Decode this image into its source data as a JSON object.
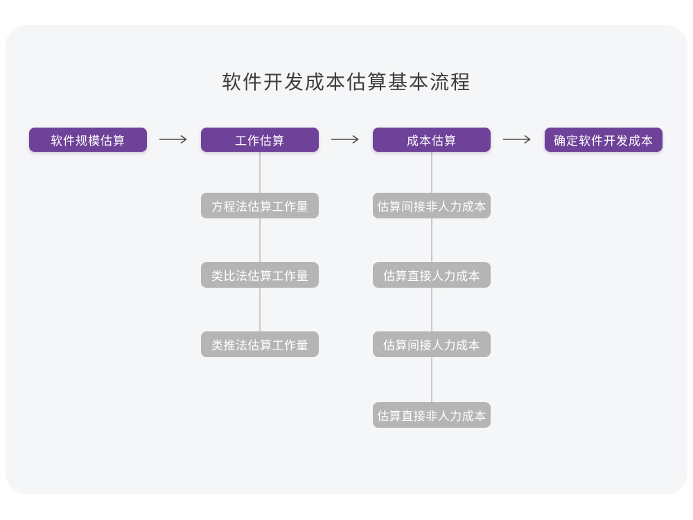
{
  "title": "软件开发成本估算基本流程",
  "colors": {
    "page_bg": "#ffffff",
    "card_bg": "#f5f6f7",
    "stage_bg": "#6f4299",
    "stage_text": "#ffffff",
    "substep_bg": "#b5b5b5",
    "substep_text": "#ffffff",
    "arrow": "#4a4a4a",
    "connector": "#c9c9c9",
    "title_text": "#3d3d3d"
  },
  "stages": [
    {
      "label": "软件规模估算",
      "substeps": []
    },
    {
      "label": "工作估算",
      "substeps": [
        "方程法估算工作量",
        "类比法估算工作量",
        "类推法估算工作量"
      ]
    },
    {
      "label": "成本估算",
      "substeps": [
        "估算间接非人力成本",
        "估算直接人力成本",
        "估算间接人力成本",
        "估算直接非人力成本"
      ]
    },
    {
      "label": "确定软件开发成本",
      "substeps": []
    }
  ]
}
